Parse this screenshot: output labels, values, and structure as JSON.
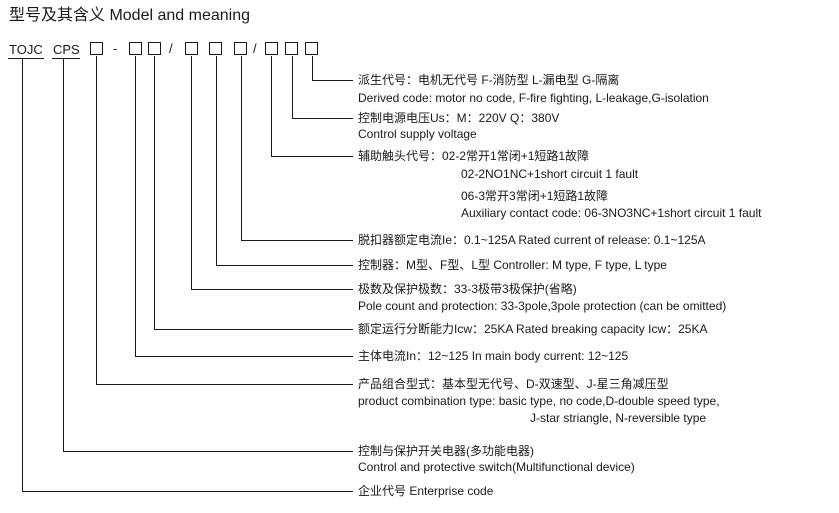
{
  "title": "型号及其含义 Model and meaning",
  "code": {
    "prefix": "TOJC",
    "series": "CPS",
    "dash": "-",
    "slash1": "/",
    "slash2": "/"
  },
  "desc": {
    "derived_cn": "派生代号：电机无代号    F-消防型    L-漏电型    G-隔离",
    "derived_en": "Derived code: motor no code, F-fire fighting, L-leakage,G-isolation",
    "voltage_cn": "控制电源电压Us：M：220V  Q：380V",
    "voltage_en": "Control supply voltage",
    "aux_cn1": "辅助触头代号：02-2常开1常闭+1短路1故障",
    "aux_en1": "02-2NO1NC+1short circuit 1 fault",
    "aux_cn2": "06-3常开3常闭+1短路1故障",
    "aux_en2": "Auxiliary contact code: 06-3NO3NC+1short circuit 1 fault",
    "release": "脱扣器额定电流Ie：0.1~125A   Rated current of release: 0.1~125A",
    "controller": "控制器：M型、F型、L型   Controller: M type, F type, L type",
    "pole_cn": "极数及保护极数：33-3极带3极保护(省略)",
    "pole_en": "Pole count and protection: 33-3pole,3pole protection (can be omitted)",
    "breaking": "额定运行分断能力Icw：25KA     Rated breaking capacity Icw：25KA",
    "current": "主体电流In：12~125   In main body current: 12~125",
    "combo_cn": "产品组合型式：基本型无代号、D-双速型、J-星三角减压型",
    "combo_en1": "product combination type: basic type, no code,D-double speed type,",
    "combo_en2": "J-star striangle, N-reversible type",
    "switch_cn": "控制与保护开关电器(多功能电器)",
    "switch_en": "Control and protective switch(Multifunctional device)",
    "enterprise": "企业代号  Enterprise code"
  }
}
